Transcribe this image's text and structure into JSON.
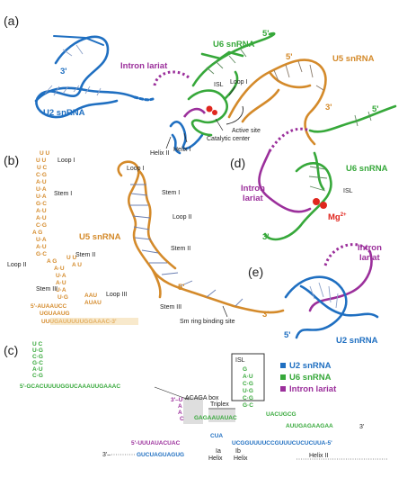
{
  "panels": {
    "a": "(a)",
    "b": "(b)",
    "c": "(c)",
    "d": "(d)",
    "e": "(e)"
  },
  "colors": {
    "u2": "#1f6fc1",
    "u6": "#36a83a",
    "u5": "#d48a2a",
    "intron": "#9b2f9b",
    "mg": "#e0261e"
  },
  "panel_a": {
    "u2_snrna": "U2 snRNA",
    "intron_lariat": "Intron lariat",
    "u6_snrna": "U6 snRNA",
    "u5_snrna": "U5 snRNA",
    "isl": "ISL",
    "loop_i": "Loop I",
    "active_site": "Active site",
    "catalytic_center": "Catalytic center",
    "helix_i": "Helix I",
    "helix_ii": "Helix II",
    "prime5_u6": "5'",
    "prime5_u5": "5'",
    "prime3_u2": "3'",
    "prime3_u5": "3'"
  },
  "panel_b": {
    "loop_i_left": "Loop I",
    "stem_i_left": "Stem I",
    "u5_snrna": "U5 snRNA",
    "stem_ii_left": "Stem II",
    "loop_ii_left": "Loop II",
    "stem_iii_left": "Stem III",
    "seq_5": "5'-AUAAUCC",
    "seq_tail": "UUUGAUUUUUGGAAAC-3'",
    "seq_uguaaug": "UGUAAUG",
    "loop_i_right": "Loop I",
    "stem_i_right": "Stem I",
    "loop_ii_right": "Loop II",
    "stem_ii_right": "Stem II",
    "loop_iii_right": "Loop III",
    "stem_iii_right": "Stem III",
    "sm_site": "Sm ring binding site",
    "prime5": "5'",
    "prime3": "3'"
  },
  "panel_c": {
    "u6_top_seq": "5'-GCACUUUUGGUCAAAUUGAAAC",
    "hairpin_top": "UC",
    "acaga_box": "ACAGA box",
    "u6_mid": "GAGAAUAUAC",
    "triplex": "Triplex",
    "isl": "ISL",
    "u6_right": "UACUGCG",
    "u6_tail": "AUUGAGAAGAA",
    "prime3": "3'",
    "intron_seq": "5'-UUUAUACUAC",
    "u2_mid": "CUA",
    "u2_right": "UCGGUUUUCCGUUUCUCUCUUA-5'",
    "u2_bottom": "GUCUAGUAGUG",
    "ia": "Ia",
    "ib": "Ib",
    "helix": "Helix",
    "helix_ii": "Helix II",
    "ellipsis_left": "3'–"
  },
  "legend": [
    {
      "label": "U2 snRNA",
      "color": "#1f6fc1"
    },
    {
      "label": "U6 snRNA",
      "color": "#36a83a"
    },
    {
      "label": "Intron lariat",
      "color": "#9b2f9b"
    }
  ],
  "panel_d": {
    "u6_snrna": "U6 snRNA",
    "intron_lariat_1": "Intron",
    "intron_lariat_2": "lariat",
    "isl": "ISL",
    "mg": "Mg",
    "mg_sup": "2+",
    "prime5": "5'",
    "prime3": "3'"
  },
  "panel_e": {
    "intron_lariat_1": "Intron",
    "intron_lariat_2": "lariat",
    "u2_snrna": "U2 snRNA",
    "prime5": "5'"
  }
}
